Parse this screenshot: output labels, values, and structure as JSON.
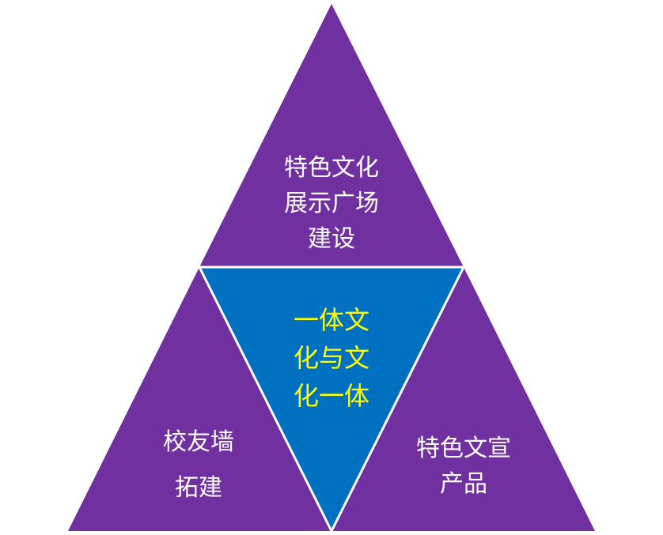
{
  "colors": {
    "outer": "#7030A0",
    "center": "#0070C0",
    "outer_text": "#FFFFFF",
    "center_text": "#FFFF00"
  },
  "top": {
    "lines": [
      "特色文化",
      "展示广场",
      "建设"
    ]
  },
  "center": {
    "lines": [
      "一体文",
      "化与文",
      "化一体"
    ]
  },
  "left": {
    "lines": [
      "校友墙",
      "拓建"
    ]
  },
  "right": {
    "lines": [
      "特色文宣",
      "产品"
    ]
  }
}
